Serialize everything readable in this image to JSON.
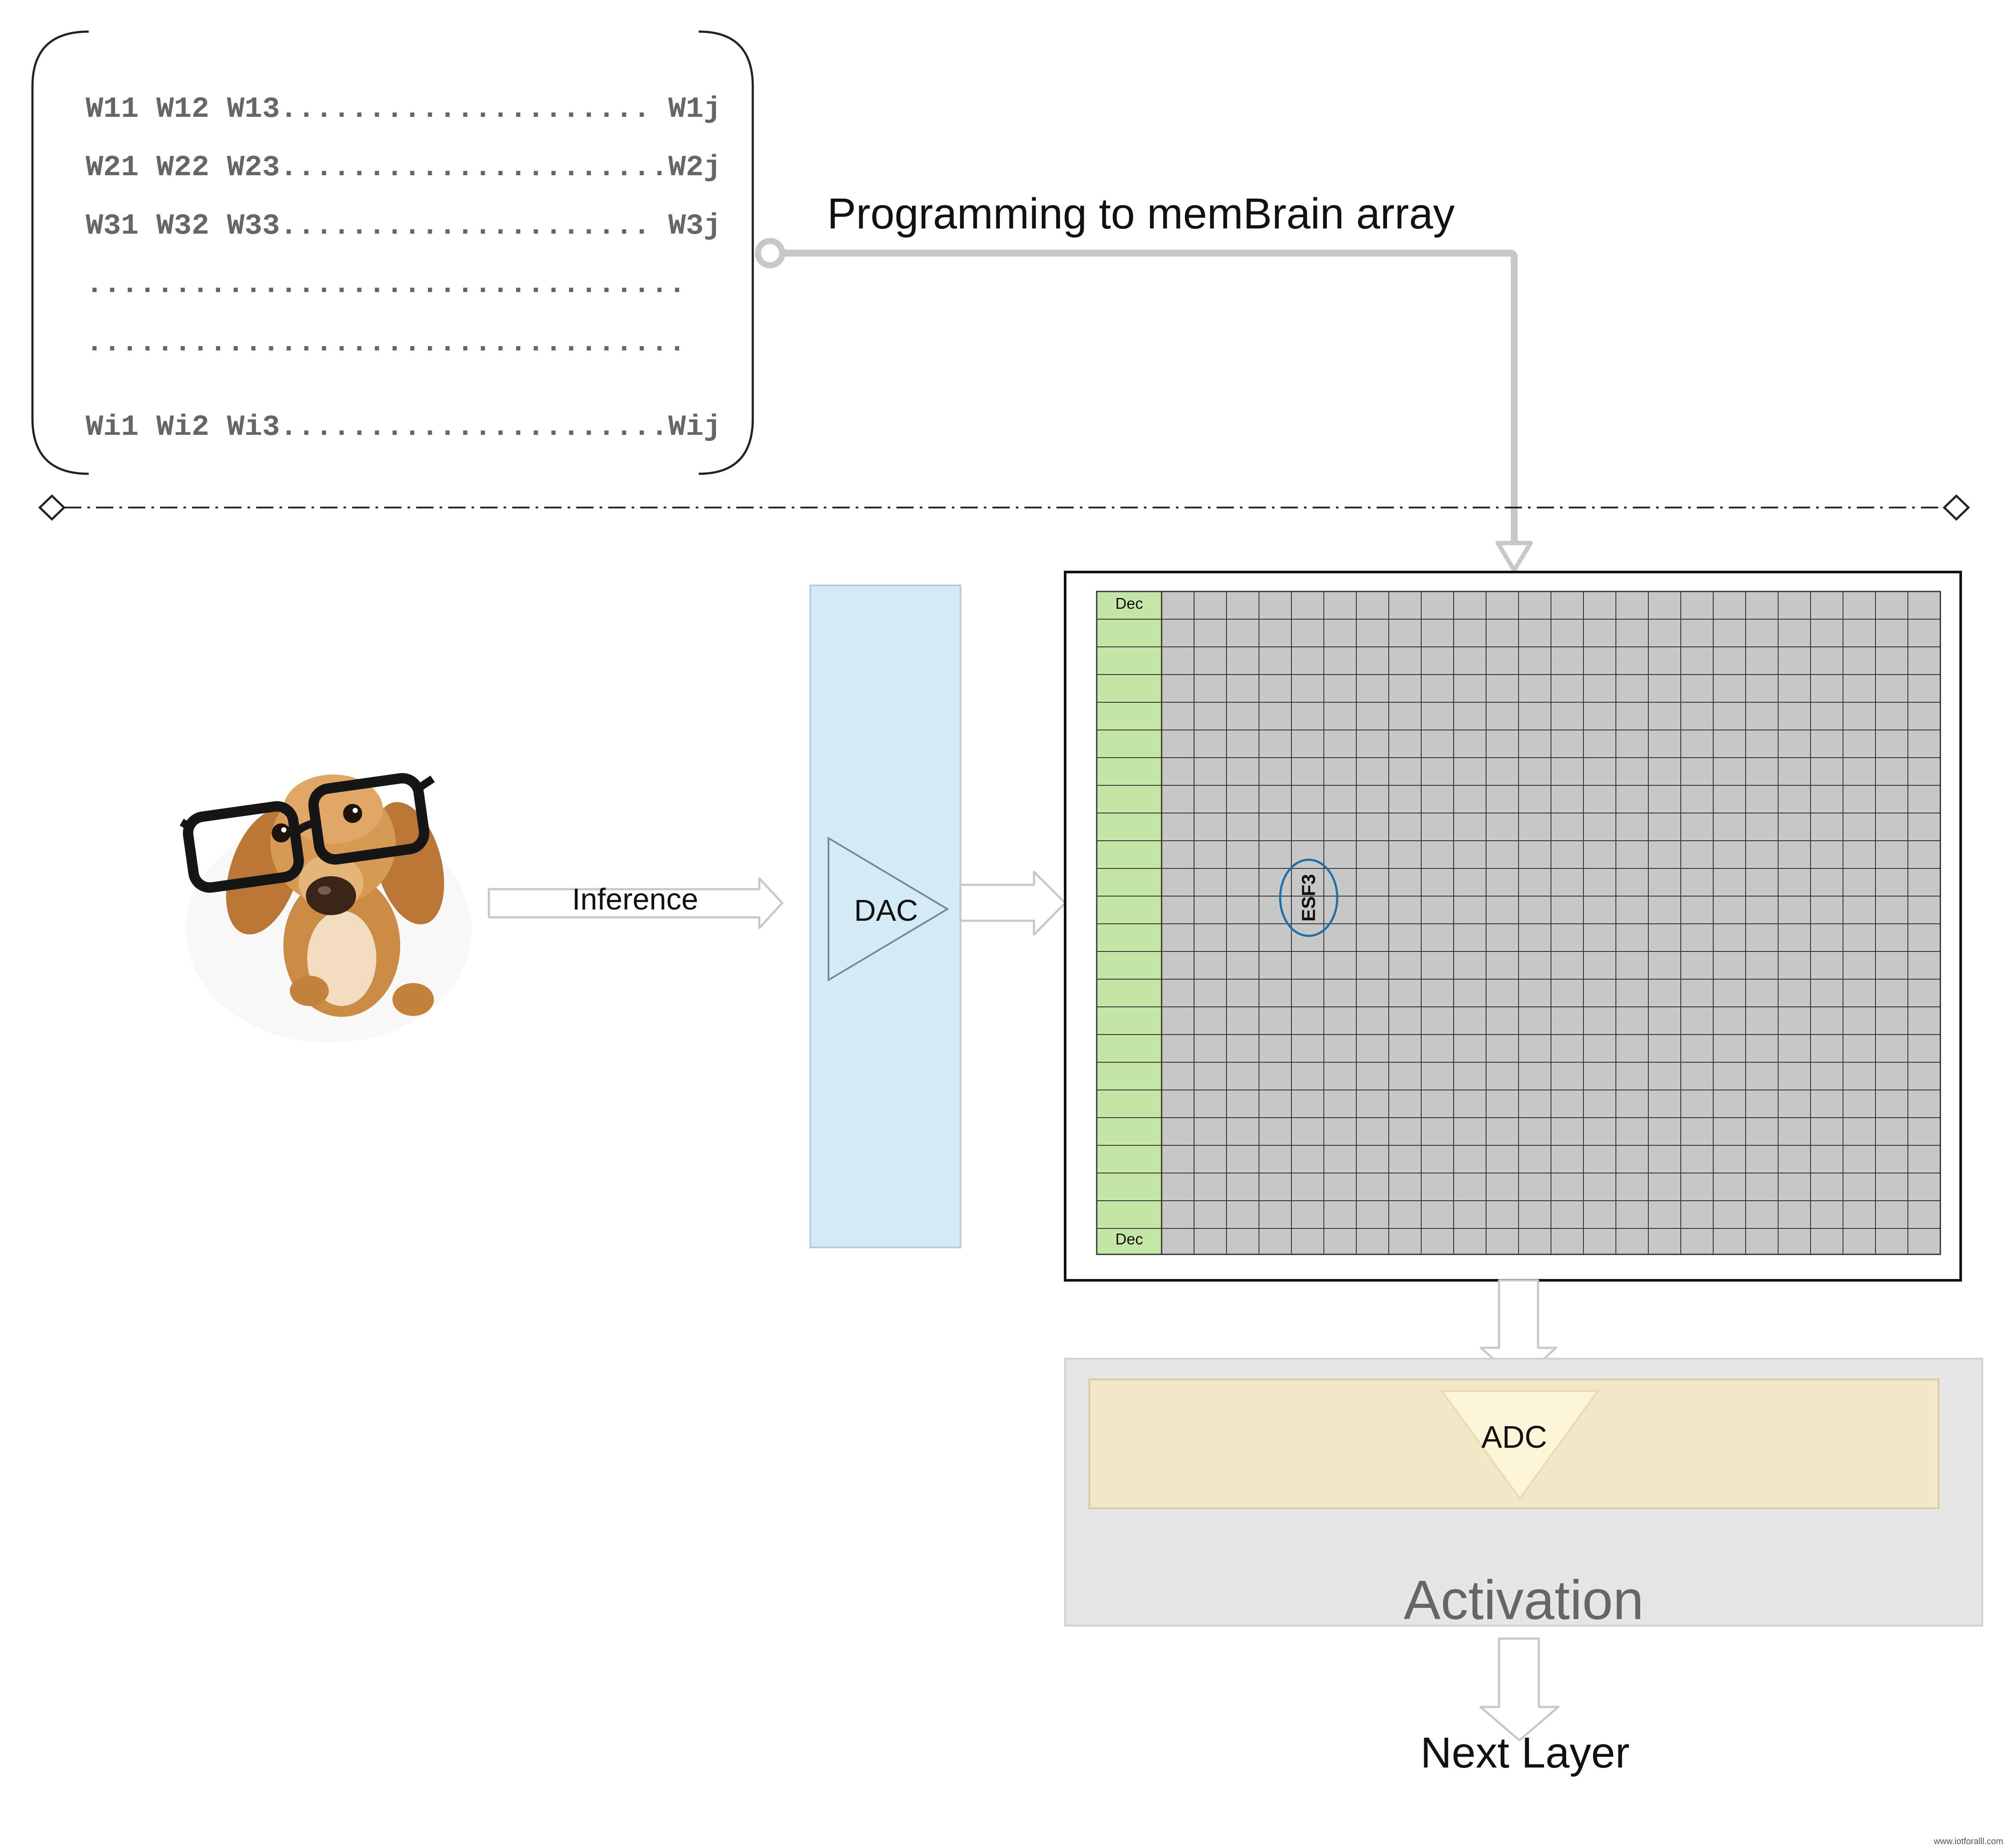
{
  "weights": {
    "rows": [
      "W11 W12 W13..................... W1j",
      "W21 W22 W23......................W2j",
      "W31 W32 W33..................... W3j",
      "..................................",
      "..................................",
      "Wi1 Wi2 Wi3......................Wij"
    ]
  },
  "programming_label": "Programming to memBrain array",
  "inference_label": "Inference",
  "dac_label": "DAC",
  "array": {
    "decoder_top": "Dec",
    "decoder_bottom": "Dec",
    "cell_label": "ESF3"
  },
  "adc_label": "ADC",
  "activation_label": "Activation",
  "next_layer_label": "Next Layer",
  "watermark": "www.iotforalll.com",
  "colors": {
    "connector": "#c8c8c8",
    "dac_panel": "#d6eaf8",
    "decoder_column": "#c5e6a6",
    "array_cells": "#c8c8c8",
    "activation_panel": "#e6e6e6",
    "adc_panel": "#f2e8c8",
    "adc_triangle": "#fcf5d8",
    "esf3_outline": "#1f6fa8",
    "weights_text": "#666666"
  },
  "icons": [
    "dachshund-with-glasses-photo",
    "diamond-endpoint-icon",
    "arrow-right-icon",
    "arrow-down-icon"
  ]
}
